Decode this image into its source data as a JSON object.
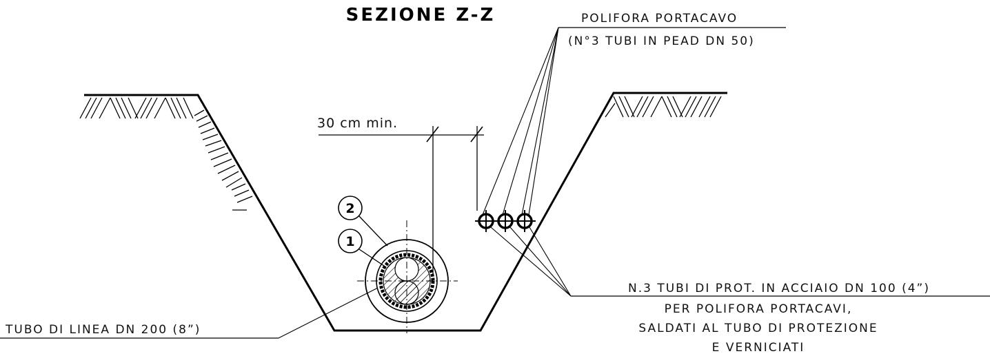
{
  "title": "SEZIONE Z-Z",
  "dimension": {
    "text": "30 cm min."
  },
  "callouts": {
    "polifora_line1": "POLIFORA PORTACAVO",
    "polifora_line2": "(N°3 TUBI IN PEAD DN 50)",
    "tubo_linea": "TUBO DI LINEA DN 200 (8”)",
    "tubi_prot_line1": "N.3 TUBI DI PROT. IN ACCIAIO DN 100 (4”)",
    "tubi_prot_line2": "PER POLIFORA PORTACAVI,",
    "tubi_prot_line3": "SALDATI AL TUBO DI PROTEZIONE",
    "tubi_prot_line4": "E VERNICIATI"
  },
  "markers": {
    "one": "1",
    "two": "2"
  }
}
